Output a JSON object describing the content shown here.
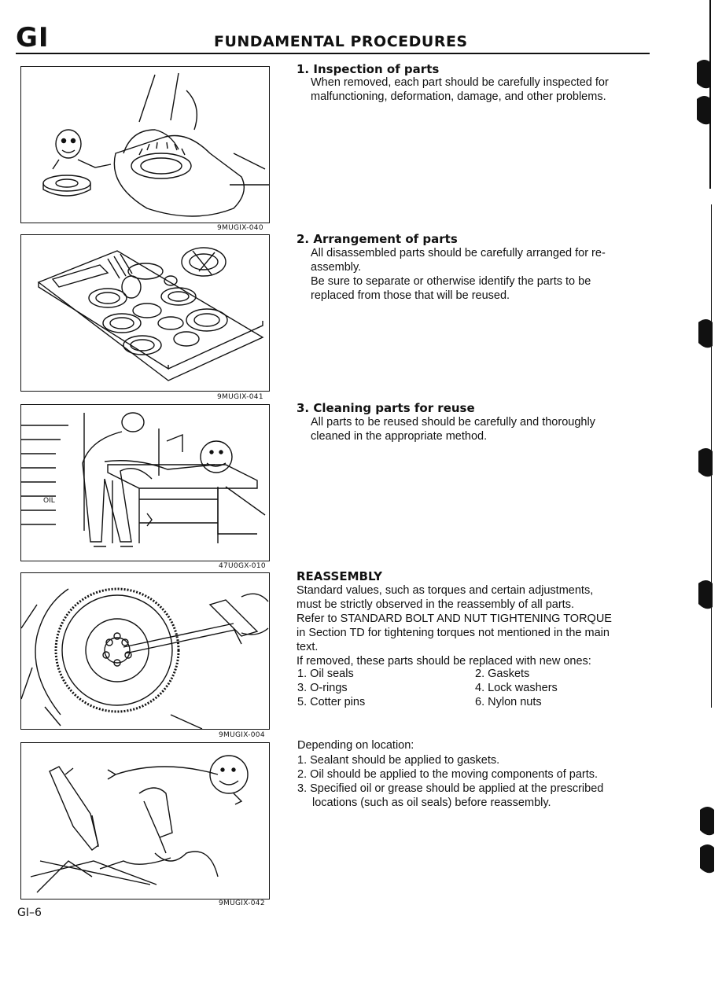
{
  "header": {
    "section_code": "GI",
    "title": "FUNDAMENTAL PROCEDURES"
  },
  "figures": [
    {
      "code": "9MUGIX-040"
    },
    {
      "code": "9MUGIX-041"
    },
    {
      "code": "47U0GX-010"
    },
    {
      "code": "9MUGIX-004"
    },
    {
      "code": "9MUGIX-042"
    }
  ],
  "figure_labels": {
    "bench_oil": "OIL"
  },
  "sections": {
    "inspection": {
      "number": "1.",
      "heading": "Inspection of parts",
      "lines": [
        "When removed, each part should be carefully inspected for",
        "malfunctioning, deformation, damage, and other problems."
      ]
    },
    "arrangement": {
      "number": "2.",
      "heading": "Arrangement of parts",
      "lines": [
        "All disassembled parts should be carefully arranged for re-",
        "assembly.",
        "Be sure to separate or otherwise identify the parts to be",
        "replaced from those that will be reused."
      ]
    },
    "cleaning": {
      "number": "3.",
      "heading": "Cleaning parts for reuse",
      "lines": [
        "All parts to be reused should be carefully and thoroughly",
        "cleaned in the appropriate method."
      ]
    },
    "reassembly": {
      "heading": "REASSEMBLY",
      "lines": [
        "Standard values, such as torques and certain adjustments,",
        "must be strictly observed in the reassembly of all parts.",
        "Refer to STANDARD BOLT AND NUT TIGHTENING TORQUE",
        "in Section TD for tightening torques not mentioned in the main",
        "text.",
        "If removed, these parts should be replaced with new ones:"
      ],
      "replace_items": [
        "1. Oil seals",
        "2. Gaskets",
        "3. O-rings",
        "4. Lock washers",
        "5. Cotter pins",
        "6. Nylon nuts"
      ],
      "location_intro": "Depending on location:",
      "location_items": [
        "1. Sealant should be applied to gaskets.",
        "2. Oil should be applied to the moving components of parts.",
        "3. Specified oil or grease should be applied at the prescribed",
        "locations (such as oil seals) before reassembly."
      ]
    }
  },
  "footer": {
    "page_number": "GI–6"
  }
}
